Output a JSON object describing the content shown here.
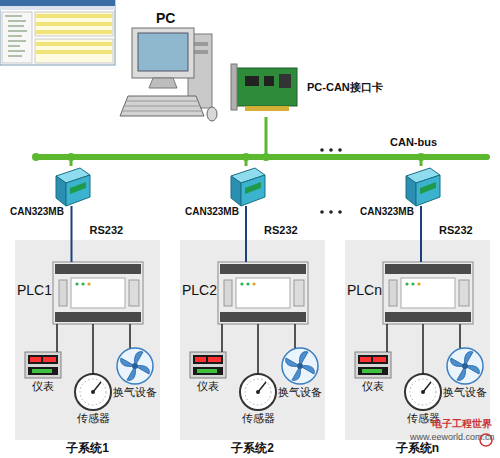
{
  "diagram": {
    "nodes": [
      {
        "text": [
          "PC"
        ]
      },
      {
        "text": [
          "PC-CAN接口卡"
        ]
      },
      {
        "text": [
          "CAN-bus"
        ]
      },
      {
        "text": [
          "CAN323MB"
        ]
      },
      {
        "text": [
          "CAN323MB"
        ]
      },
      {
        "text": [
          "CAN323MB"
        ]
      },
      {
        "text": [
          "子系统1"
        ]
      },
      {
        "text": [
          "PLC1"
        ],
        "in": 6
      },
      {
        "text": [
          "仪表"
        ],
        "in": 6
      },
      {
        "text": [
          "传感器"
        ],
        "in": 6
      },
      {
        "text": [
          "换气设备"
        ],
        "in": 6
      },
      {
        "text": [
          "子系统2"
        ]
      },
      {
        "text": [
          "PLC2"
        ],
        "in": 11
      },
      {
        "text": [
          "仪表"
        ],
        "in": 11
      },
      {
        "text": [
          "传感器"
        ],
        "in": 11
      },
      {
        "text": [
          "换气设备"
        ],
        "in": 11
      },
      {
        "text": [
          "子系统n"
        ]
      },
      {
        "text": [
          "PLCn"
        ],
        "in": 16
      },
      {
        "text": [
          "仪表"
        ],
        "in": 16
      },
      {
        "text": [
          "传感器"
        ],
        "in": 16
      },
      {
        "text": [
          "换气设备"
        ],
        "in": 16
      }
    ],
    "edges": [
      {
        "from": 1,
        "to": 2,
        "arrow": "none"
      },
      {
        "from": 2,
        "to": 3,
        "arrow": "none"
      },
      {
        "from": 2,
        "to": 4,
        "arrow": "none"
      },
      {
        "from": 2,
        "to": 5,
        "arrow": "none"
      },
      {
        "from": 3,
        "to": 7,
        "label": "RS232",
        "arrow": "none"
      },
      {
        "from": 4,
        "to": 12,
        "label": "RS232",
        "arrow": "none"
      },
      {
        "from": 5,
        "to": 17,
        "label": "RS232",
        "arrow": "none"
      },
      {
        "from": 7,
        "to": 8,
        "arrow": "none"
      },
      {
        "from": 7,
        "to": 9,
        "arrow": "none"
      },
      {
        "from": 7,
        "to": 10,
        "arrow": "none"
      },
      {
        "from": 12,
        "to": 13,
        "arrow": "none"
      },
      {
        "from": 12,
        "to": 14,
        "arrow": "none"
      },
      {
        "from": 12,
        "to": 15,
        "arrow": "none"
      },
      {
        "from": 17,
        "to": 18,
        "arrow": "none"
      },
      {
        "from": 17,
        "to": 19,
        "arrow": "none"
      },
      {
        "from": 17,
        "to": 20,
        "arrow": "none"
      }
    ],
    "labels": [
      "www.eeworld.com.cn",
      "电子工程世界"
    ]
  }
}
